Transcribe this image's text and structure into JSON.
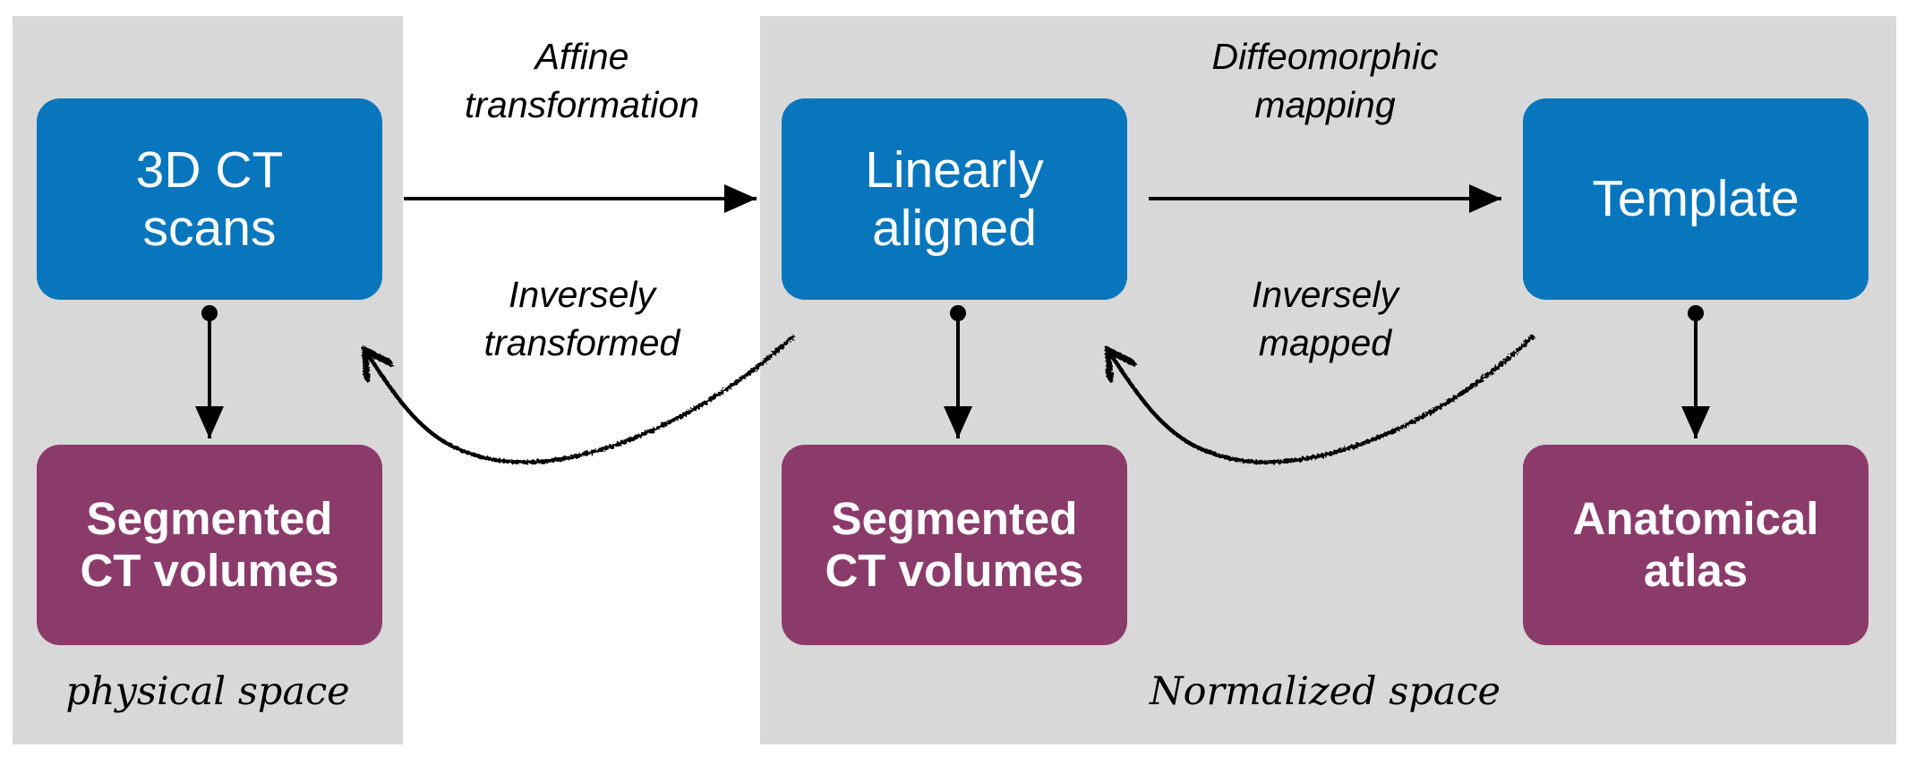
{
  "colors": {
    "panel": "#d8d8d8",
    "process_box": "#0876bd",
    "output_box": "#8b3b6a",
    "box_text": "#ffffff",
    "arrow": "#000000"
  },
  "boxes": {
    "ct_scans": [
      "3D CT",
      "scans"
    ],
    "linearly_aligned": [
      "Linearly",
      "aligned"
    ],
    "template": [
      "Template"
    ],
    "segmented_physical": [
      "Segmented",
      "CT volumes"
    ],
    "segmented_normalized": [
      "Segmented",
      "CT volumes"
    ],
    "anatomical_atlas": [
      "Anatomical",
      "atlas"
    ]
  },
  "edge_labels": {
    "affine": [
      "Affine",
      "transformation"
    ],
    "diffeomorphic": [
      "Diffeomorphic",
      "mapping"
    ],
    "inversely_transformed": [
      "Inversely",
      "transformed"
    ],
    "inversely_mapped": [
      "Inversely",
      "mapped"
    ]
  },
  "spaces": {
    "physical": "physical space",
    "normalized": "Normalized space"
  }
}
